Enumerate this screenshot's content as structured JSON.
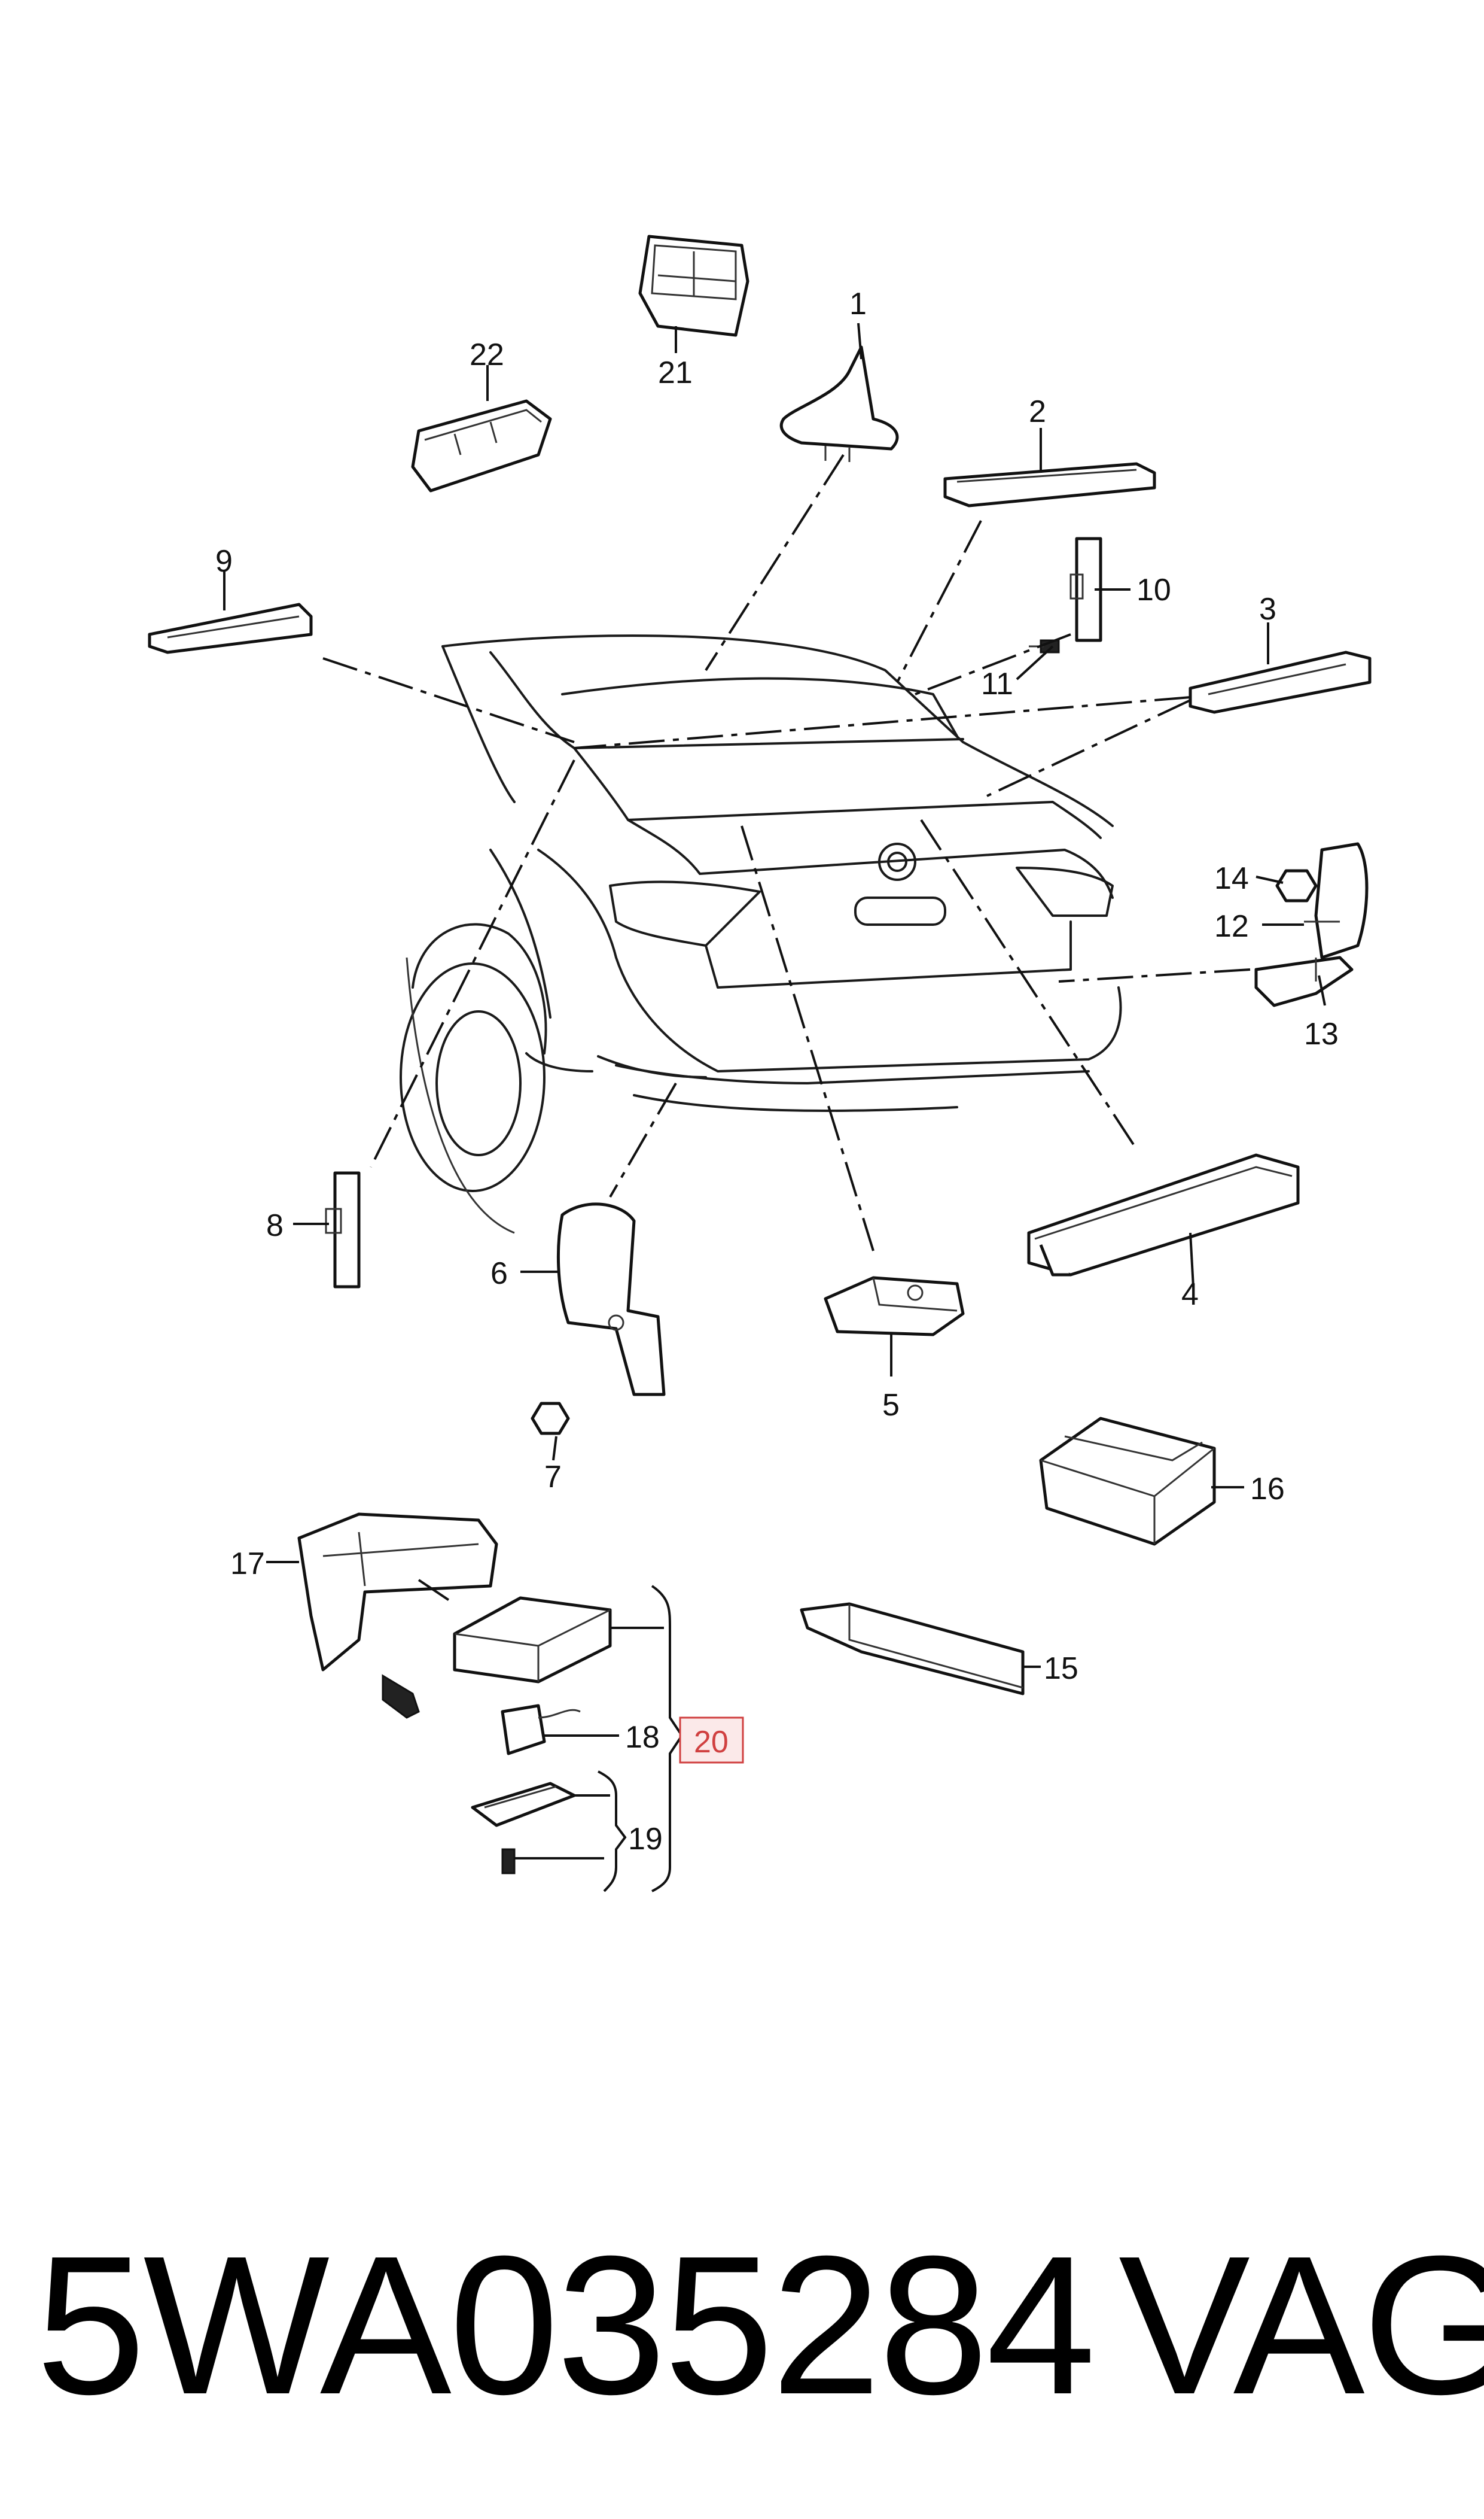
{
  "labels": {
    "l1": "1",
    "l2": "2",
    "l3": "3",
    "l4": "4",
    "l5": "5",
    "l6": "6",
    "l7": "7",
    "l8": "8",
    "l9": "9",
    "l10": "10",
    "l11": "11",
    "l12": "12",
    "l13": "13",
    "l14": "14",
    "l15": "15",
    "l16": "16",
    "l17": "17",
    "l18": "18",
    "l19": "19",
    "l20": "20",
    "l21": "21",
    "l22": "22"
  },
  "highlight_color": "#d04040",
  "footer": {
    "part_number": "5WA035284",
    "brand": "VAG"
  }
}
